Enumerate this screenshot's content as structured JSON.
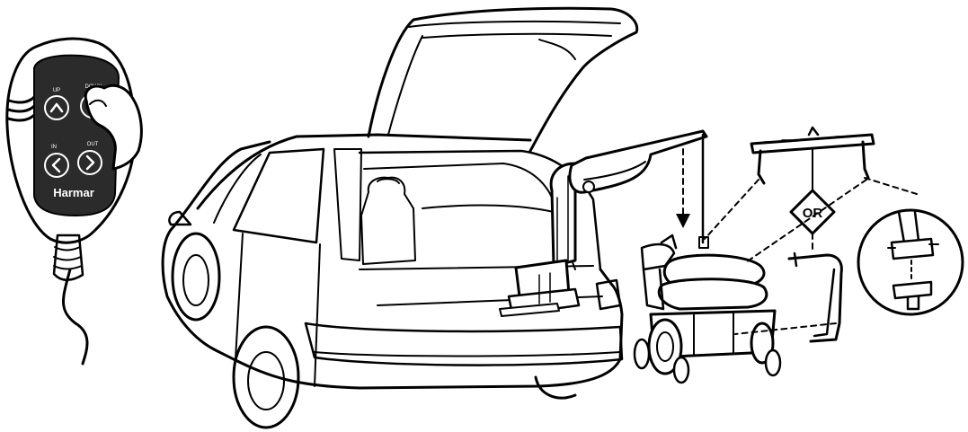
{
  "remote": {
    "brand": "Harmar",
    "button_up_label": "UP",
    "button_down_label": "DOWN",
    "button_in_label": "IN",
    "button_out_label": "OUT"
  },
  "diagram": {
    "or_label": "OR"
  },
  "colors": {
    "line": "#000000",
    "remote_face": "#2b2b2b",
    "background": "#ffffff"
  }
}
